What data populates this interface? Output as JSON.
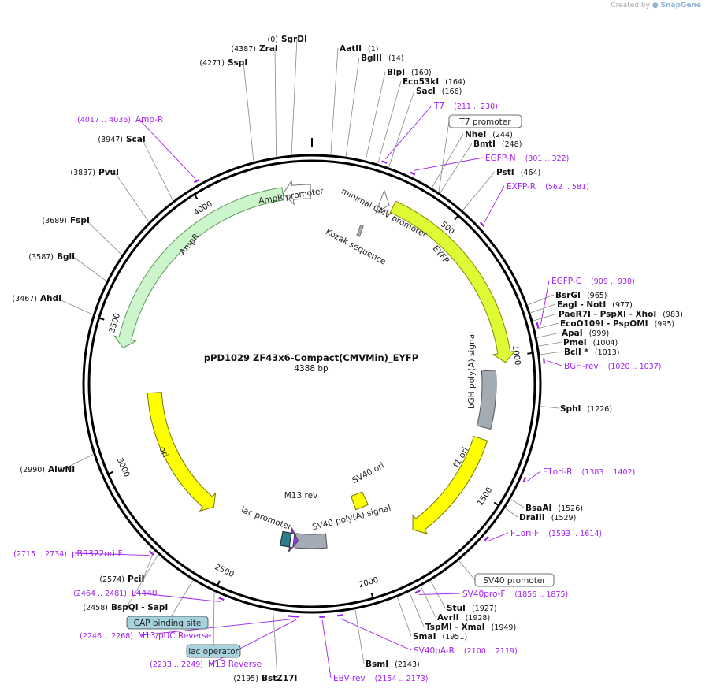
{
  "credit": {
    "prefix": "Created by",
    "brand": "SnapGene"
  },
  "plasmid": {
    "name": "pPD1029 ZF43x6-Compact(CMVMin)_EYFP",
    "size_label": "4388 bp",
    "length": 4388
  },
  "ticks": [
    "500",
    "1000",
    "1500",
    "2000",
    "2500",
    "3000",
    "3500",
    "4000"
  ],
  "features": [
    {
      "name": "AmpR promoter",
      "start": 4388,
      "end": 4283,
      "dir": -1,
      "color": "#ffffff",
      "outline": "#777777",
      "label": "AmpR promoter"
    },
    {
      "name": "AmpR",
      "start": 4282,
      "end": 3422,
      "dir": -1,
      "color": "#ccf5cc",
      "outline": "#5a9a5a",
      "label": "AmpR"
    },
    {
      "name": "ori",
      "start": 3252,
      "end": 2664,
      "dir": -1,
      "color": "#ffff00",
      "outline": "#777700",
      "label": "ori"
    },
    {
      "name": "minimal CMV promoter",
      "start": 250,
      "end": 285,
      "dir": 1,
      "color": "#ffffff",
      "outline": "#777777",
      "label": "minimal CMV promoter"
    },
    {
      "name": "EYFP",
      "start": 300,
      "end": 1020,
      "dir": 1,
      "color": "#ddfa35",
      "outline": "#888800",
      "label": "EYFP"
    },
    {
      "name": "bGH poly(A) signal",
      "start": 1045,
      "end": 1270,
      "dir": 0,
      "color": "#a3abb5",
      "outline": "#555555",
      "label": "bGH poly(A) signal"
    },
    {
      "name": "f1 ori",
      "start": 1316,
      "end": 1771,
      "dir": 1,
      "color": "#ffff00",
      "outline": "#777700",
      "label": "f1 ori"
    },
    {
      "name": "SV40 ori",
      "start": 1890,
      "end": 1960,
      "dir": 0,
      "color": "#ffff00",
      "outline": "#777700",
      "label": "SV40 ori"
    },
    {
      "name": "SV40 poly(A) signal",
      "start": 2130,
      "end": 2268,
      "dir": 0,
      "color": "#a3abb5",
      "outline": "#555555",
      "label": "SV40 poly(A) signal"
    },
    {
      "name": "lac promoter",
      "start": 2290,
      "end": 2330,
      "dir": 0,
      "color": "#2a7f8f",
      "outline": "#222222",
      "label": "lac promoter"
    },
    {
      "name": "M13 rev",
      "start": 2255,
      "end": 2275,
      "dir": -1,
      "color": "#9b30ff",
      "outline": "#444444",
      "label": "M13 rev"
    }
  ],
  "inner_annotations": [
    {
      "text": "Kozak sequence"
    }
  ],
  "sites": [
    {
      "name": "SgrDI",
      "pos": "(0)",
      "side": "right"
    },
    {
      "name": "ZraI",
      "pos": "(4387)",
      "side": "right"
    },
    {
      "name": "AatII",
      "pos": "(1)",
      "side": "left"
    },
    {
      "name": "BglII",
      "pos": "(14)",
      "side": "left"
    },
    {
      "name": "SspI",
      "pos": "(4271)",
      "side": "right"
    },
    {
      "name": "BlpI",
      "pos": "(160)",
      "side": "left"
    },
    {
      "name": "Eco53kI",
      "pos": "(164)",
      "side": "left"
    },
    {
      "name": "SacI",
      "pos": "(166)",
      "side": "left"
    },
    {
      "name": "NheI",
      "pos": "(244)",
      "side": "left"
    },
    {
      "name": "BmtI",
      "pos": "(248)",
      "side": "left"
    },
    {
      "name": "PstI",
      "pos": "(464)",
      "side": "left"
    },
    {
      "name": "ScaI",
      "pos": "(3947)",
      "side": "right"
    },
    {
      "name": "PvuI",
      "pos": "(3837)",
      "side": "right"
    },
    {
      "name": "FspI",
      "pos": "(3689)",
      "side": "right"
    },
    {
      "name": "BglI",
      "pos": "(3587)",
      "side": "right"
    },
    {
      "name": "AhdI",
      "pos": "(3467)",
      "side": "right"
    },
    {
      "name": "BsrGI",
      "pos": "(965)",
      "side": "left"
    },
    {
      "name": "EagI  - NotI",
      "pos": "(977)",
      "side": "left"
    },
    {
      "name": "PaeR7I  - PspXI  - XhoI",
      "pos": "(983)",
      "side": "left"
    },
    {
      "name": "EcoO109I  - PspOMI",
      "pos": "(995)",
      "side": "left"
    },
    {
      "name": "ApaI",
      "pos": "(999)",
      "side": "left"
    },
    {
      "name": "PmeI",
      "pos": "(1004)",
      "side": "left"
    },
    {
      "name": "BclI *",
      "pos": "(1013)",
      "side": "left"
    },
    {
      "name": "SphI",
      "pos": "(1226)",
      "side": "left"
    },
    {
      "name": "BsaAI",
      "pos": "(1526)",
      "side": "left"
    },
    {
      "name": "DraIII",
      "pos": "(1529)",
      "side": "left"
    },
    {
      "name": "AlwNI",
      "pos": "(2990)",
      "side": "right"
    },
    {
      "name": "StuI",
      "pos": "(1927)",
      "side": "left"
    },
    {
      "name": "AvrII",
      "pos": "(1928)",
      "side": "left"
    },
    {
      "name": "TspMI  - XmaI",
      "pos": "(1949)",
      "side": "left"
    },
    {
      "name": "SmaI",
      "pos": "(1951)",
      "side": "left"
    },
    {
      "name": "BsmI",
      "pos": "(2143)",
      "side": "left"
    },
    {
      "name": "PciI",
      "pos": "(2574)",
      "side": "right"
    },
    {
      "name": "BspQI  - SapI",
      "pos": "(2458)",
      "side": "right"
    },
    {
      "name": "BstZ17I",
      "pos": "(2195)",
      "side": "right"
    }
  ],
  "primers": [
    {
      "name": "Amp-R",
      "range": "(4017 .. 4036)",
      "side": "right"
    },
    {
      "name": "T7",
      "range": "(211 .. 230)",
      "side": "left"
    },
    {
      "name": "EGFP-N",
      "range": "(301 .. 322)",
      "side": "left"
    },
    {
      "name": "EXFP-R",
      "range": "(562 .. 581)",
      "side": "left"
    },
    {
      "name": "EGFP-C",
      "range": "(909 .. 930)",
      "side": "left"
    },
    {
      "name": "BGH-rev",
      "range": "(1020 .. 1037)",
      "side": "left"
    },
    {
      "name": "F1ori-R",
      "range": "(1383 .. 1402)",
      "side": "left"
    },
    {
      "name": "F1ori-F",
      "range": "(1593 .. 1614)",
      "side": "left"
    },
    {
      "name": "SV40pro-F",
      "range": "(1856 .. 1875)",
      "side": "left"
    },
    {
      "name": "SV40pA-R",
      "range": "(2100 .. 2119)",
      "side": "left"
    },
    {
      "name": "EBV-rev",
      "range": "(2154 .. 2173)",
      "side": "left"
    },
    {
      "name": "M13 Reverse",
      "range": "(2233 .. 2249)",
      "side": "right"
    },
    {
      "name": "M13/pUC Reverse",
      "range": "(2246 .. 2268)",
      "side": "right"
    },
    {
      "name": "L4440",
      "range": "(2464 .. 2481)",
      "side": "right"
    },
    {
      "name": "pBR322ori-F",
      "range": "(2715 .. 2734)",
      "side": "right"
    }
  ],
  "boxed_labels": [
    {
      "text": "T7 promoter",
      "fill": "#ffffff"
    },
    {
      "text": "SV40 promoter",
      "fill": "#ffffff"
    },
    {
      "text": "CAP binding site",
      "fill": "#a6d3de"
    },
    {
      "text": "lac operator",
      "fill": "#a6d3de"
    }
  ],
  "colors": {
    "site": "#111111",
    "primer": "#a020f0",
    "backbone": "#000000",
    "leader": "#777777"
  }
}
